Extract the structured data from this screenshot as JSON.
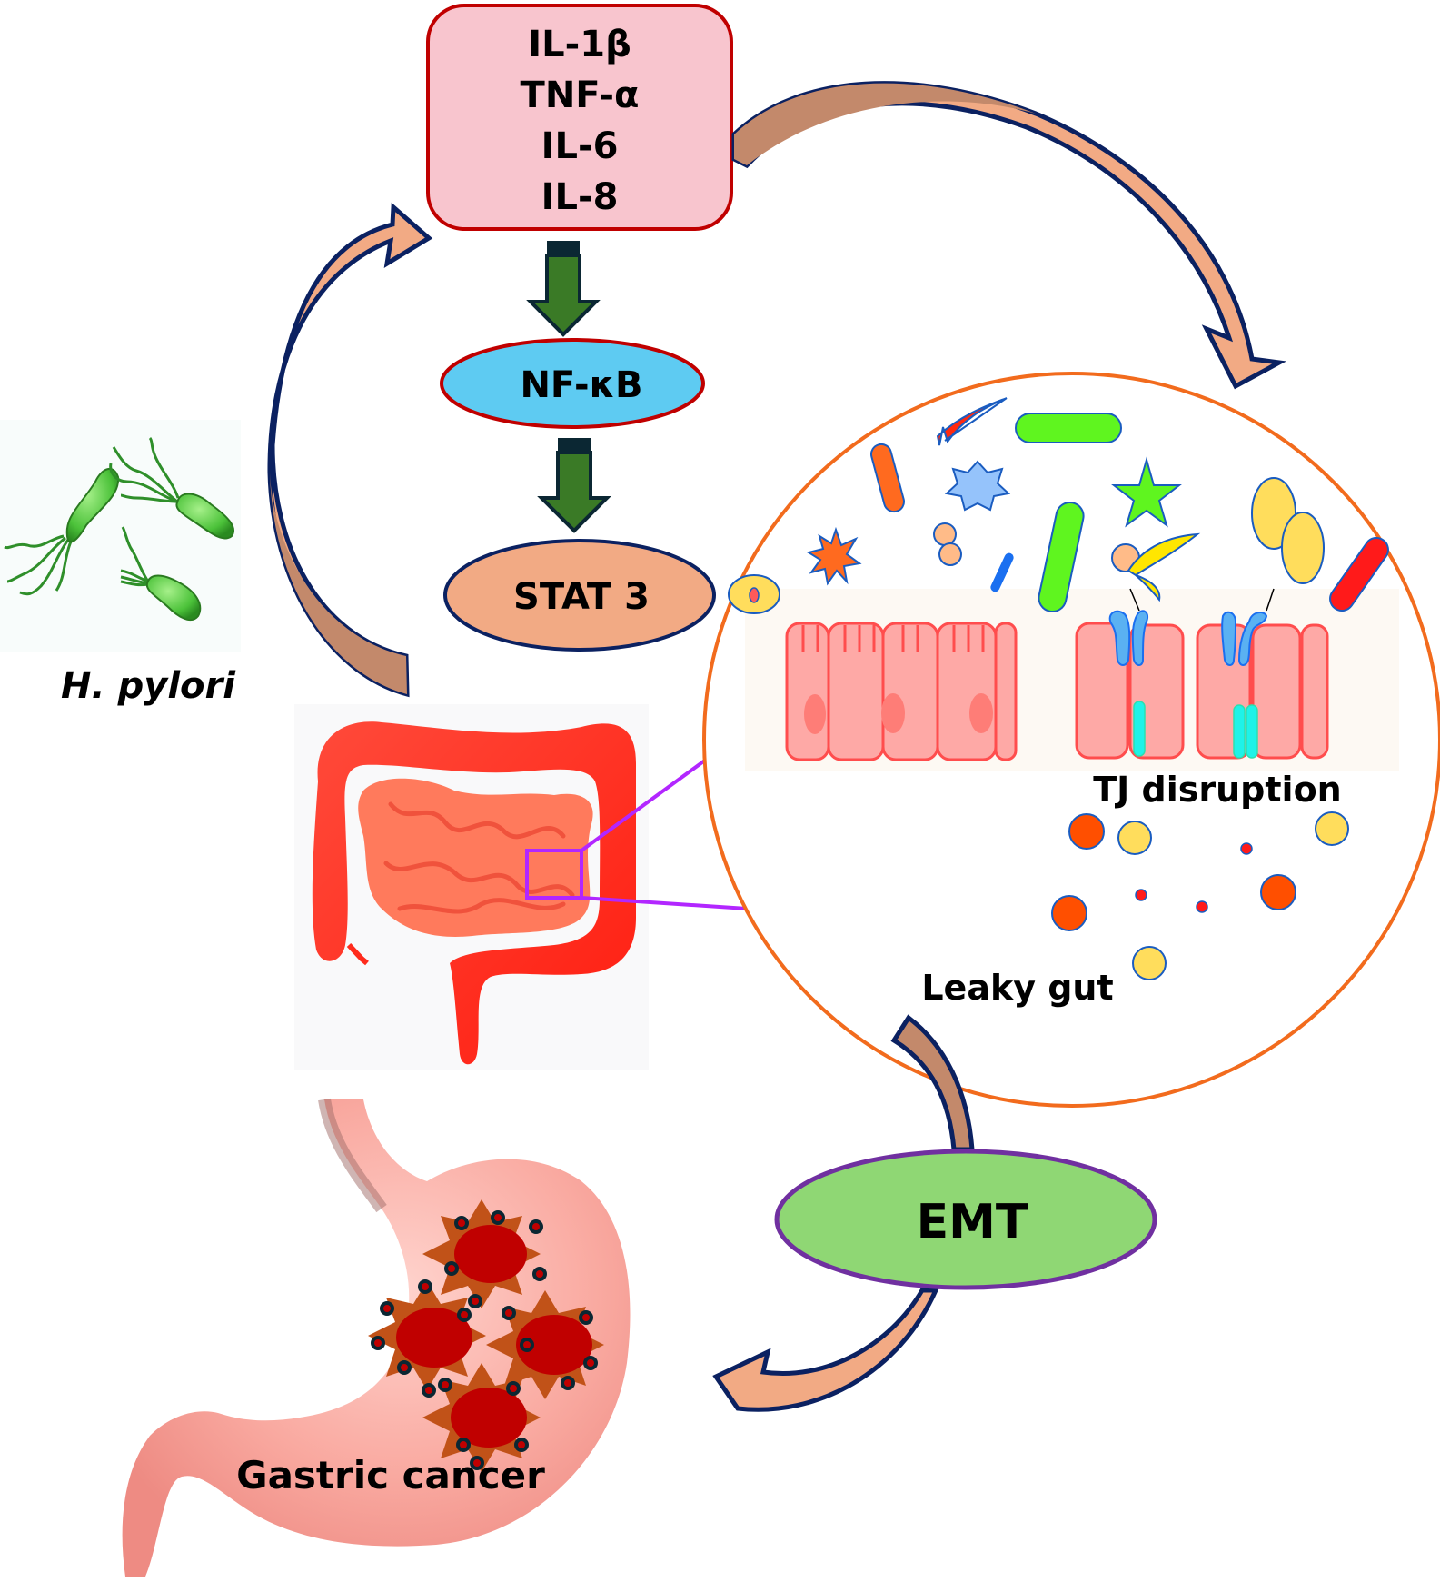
{
  "figure": {
    "title": "H. pylori-induced inflammation, leaky gut, EMT and gastric cancer"
  },
  "cytokine_box": {
    "lines": [
      "IL-1β",
      "TNF-α",
      "IL-6",
      "IL-8"
    ],
    "fill": "#f8c5ce",
    "stroke": "#c00000"
  },
  "nfkb": {
    "label": "NF-κB",
    "fill": "#5ecbf2",
    "stroke": "#c00000"
  },
  "stat3": {
    "label": "STAT 3",
    "fill": "#f2aa84",
    "stroke": "#0b2161"
  },
  "emt": {
    "label": "EMT",
    "fill": "#8fd774",
    "stroke": "#7030a0"
  },
  "pathogen": {
    "label": "H. pylori"
  },
  "zoom_panel": {
    "tj_label": "TJ disruption",
    "leaky_label": "Leaky gut",
    "circle_stroke": "#f26b1d"
  },
  "stomach": {
    "label": "Gastric cancer"
  },
  "colors": {
    "curved_arrow_light": "#f2aa84",
    "curved_arrow_dark": "#c3896b",
    "arrow_outline": "#0b2161",
    "down_arrow_fill": "#3a7a26",
    "down_arrow_outline": "#0b2733",
    "zoom_line": "#b226ff",
    "colon": "#ff2b1c",
    "small_intestine": "#ff7a5c",
    "epithelial_cell": "#fea9a6",
    "tight_junction": "#1ff2e8",
    "receptor": "#5ab1f2"
  }
}
